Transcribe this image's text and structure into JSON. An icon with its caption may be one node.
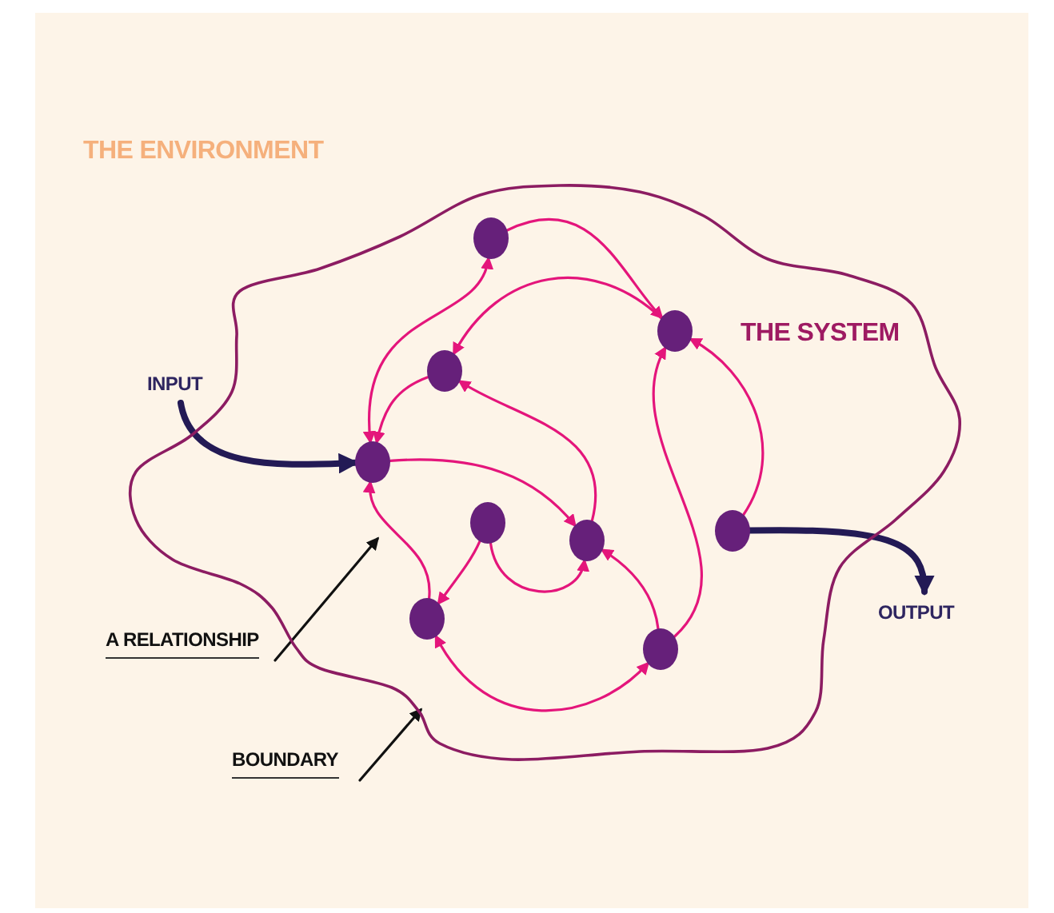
{
  "diagram": {
    "nodes": [
      {
        "text": [
          "THE ENVIRONMENT"
        ]
      },
      {
        "text": [
          "THE SYSTEM"
        ],
        "in": 0
      },
      {
        "text": [],
        "shape": "circle",
        "in": 1
      },
      {
        "text": [],
        "shape": "circle",
        "in": 1
      },
      {
        "text": [],
        "shape": "circle",
        "in": 1
      },
      {
        "text": [],
        "shape": "circle",
        "in": 1
      },
      {
        "text": [],
        "shape": "circle",
        "in": 1
      },
      {
        "text": [],
        "shape": "circle",
        "in": 1
      },
      {
        "text": [],
        "shape": "circle",
        "in": 1
      },
      {
        "text": [],
        "shape": "circle",
        "in": 1
      },
      {
        "text": [],
        "shape": "circle",
        "in": 1
      },
      {
        "text": [
          "INPUT"
        ],
        "in": 0
      },
      {
        "text": [
          "OUTPUT"
        ],
        "in": 0
      },
      {
        "text": [
          "A RELATIONSHIP"
        ],
        "in": 0
      },
      {
        "text": [
          "BOUNDARY"
        ],
        "in": 0
      }
    ],
    "edges": [
      {
        "from": 2,
        "to": 3,
        "arrow": "to"
      },
      {
        "from": 3,
        "to": 4,
        "arrow": "to"
      },
      {
        "from": 2,
        "to": 5,
        "arrow": "both"
      },
      {
        "from": 4,
        "to": 5,
        "arrow": "to"
      },
      {
        "from": 7,
        "to": 4,
        "arrow": "to"
      },
      {
        "from": 10,
        "to": 3,
        "arrow": "to"
      },
      {
        "from": 8,
        "to": 3,
        "arrow": "to"
      },
      {
        "from": 5,
        "to": 7,
        "arrow": "to"
      },
      {
        "from": 6,
        "to": 9,
        "arrow": "to"
      },
      {
        "from": 6,
        "to": 7,
        "arrow": "to"
      },
      {
        "from": 10,
        "to": 7,
        "arrow": "to"
      },
      {
        "from": 9,
        "to": 10,
        "arrow": "both"
      },
      {
        "from": 9,
        "to": 5,
        "arrow": "to"
      },
      {
        "from": 11,
        "to": 5,
        "arrow": "to",
        "style": "thick",
        "color": "#231a55"
      },
      {
        "from": 8,
        "to": 12,
        "arrow": "to",
        "style": "thick",
        "color": "#231a55"
      },
      {
        "from": 13,
        "to": null,
        "arrow": "to",
        "color": "#111111"
      },
      {
        "from": 14,
        "to": 1,
        "arrow": "to",
        "color": "#111111"
      }
    ]
  }
}
